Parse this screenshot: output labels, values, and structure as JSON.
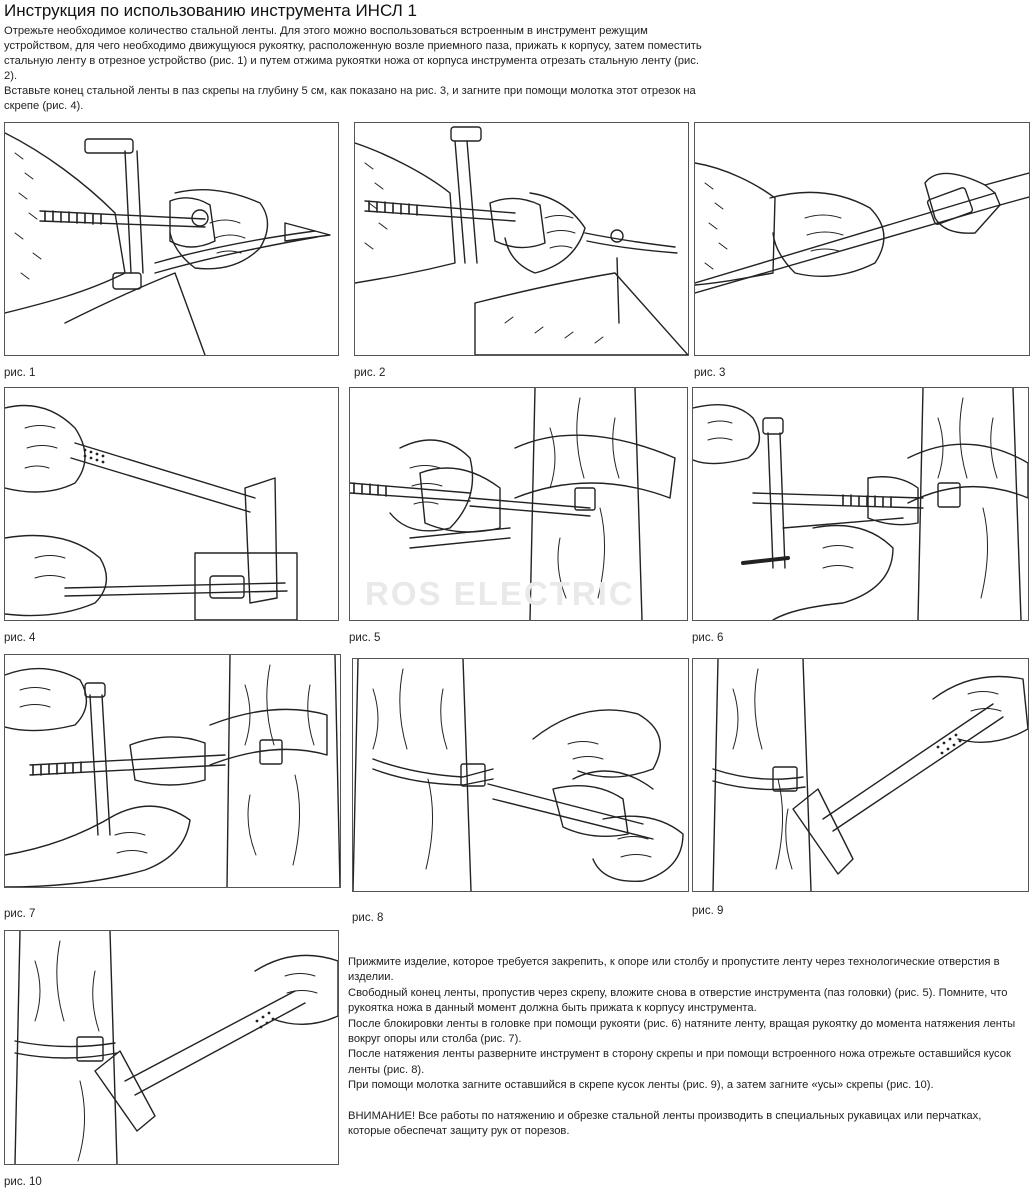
{
  "page": {
    "title": "Инструкция по использованию инструмента ИНСЛ 1",
    "intro": [
      "Отрежьте необходимое количество стальной ленты. Для этого можно воспользоваться встроенным в инструмент режущим устройством, для чего необходимо движущуюся рукоятку, расположенную возле приемного паза, прижать к корпусу, затем поместить стальную ленту в отрезное устройство (рис. 1) и путем отжима рукоятки ножа от корпуса инструмента отрезать стальную ленту (рис. 2).",
      "Вставьте конец стальной ленты в паз скрепы на глубину 5 см, как показано на рис. 3, и загните при помощи молотка этот отрезок на скрепе (рис. 4)."
    ],
    "figures": [
      {
        "caption": "рис. 1"
      },
      {
        "caption": "рис. 2"
      },
      {
        "caption": "рис. 3"
      },
      {
        "caption": "рис. 4"
      },
      {
        "caption": "рис. 5"
      },
      {
        "caption": "рис. 6"
      },
      {
        "caption": "рис. 7"
      },
      {
        "caption": "рис. 8"
      },
      {
        "caption": "рис. 9"
      },
      {
        "caption": "рис. 10"
      }
    ],
    "watermark": "ROS ELECTRIC",
    "steps": [
      "Прижмите изделие, которое требуется закрепить, к опоре или столбу и пропустите ленту через технологические отверстия в изделии.",
      "Свободный конец ленты, пропустив через скрепу, вложите снова в отверстие инструмента (паз головки) (рис. 5). Помните, что рукоятка ножа в данный момент должна быть прижата к корпусу инструмента.",
      "После блокировки ленты в головке при помощи рукояти (рис. 6) натяните ленту, вращая рукоятку до момента натяжения ленты вокруг опоры или столба (рис. 7).",
      "После натяжения ленты разверните инструмент в сторону скрепы и при помощи встроенного ножа отрежьте оставшийся кусок ленты (рис. 8).",
      "При помощи молотка загните оставшийся в скрепе кусок ленты (рис. 9), а затем загните «усы» скрепы (рис. 10)."
    ],
    "warning": "ВНИМАНИЕ! Все работы по натяжению и обрезке стальной ленты производить в специальных рукавицах или перчатках, которые обеспечат защиту рук от порезов."
  }
}
